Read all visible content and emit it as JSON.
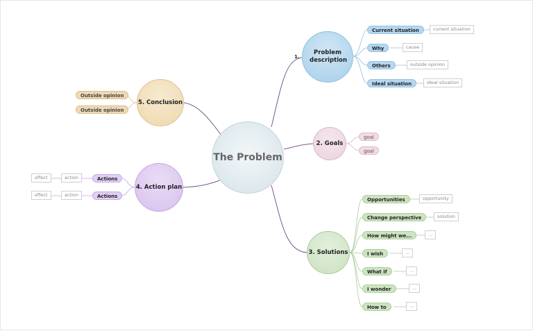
{
  "center": {
    "label": "The Problem"
  },
  "branches": {
    "problem": {
      "number": "1.",
      "label": "Problem description"
    },
    "goals": {
      "label": "2. Goals"
    },
    "solutions": {
      "label": "3. Solutions"
    },
    "action": {
      "label": "4. Action plan"
    },
    "conclusion": {
      "label": "5. Conclusion"
    }
  },
  "problem_items": [
    {
      "label": "Current situation",
      "note": "current situation"
    },
    {
      "label": "Why",
      "note": "cause"
    },
    {
      "label": "Others",
      "note": "outside opinion"
    },
    {
      "label": "Ideal situation",
      "note": "ideal situation"
    }
  ],
  "goal_items": [
    "goal",
    "goal"
  ],
  "solution_items": [
    {
      "label": "Opportunities",
      "note": "opportunity"
    },
    {
      "label": "Change perspective",
      "note": "solution"
    },
    {
      "label": "How might we...",
      "note": "..."
    },
    {
      "label": "I wish",
      "note": "..."
    },
    {
      "label": "What if",
      "note": "..."
    },
    {
      "label": "I wonder",
      "note": "..."
    },
    {
      "label": "How to",
      "note": "..."
    }
  ],
  "action_items": [
    {
      "label": "Actions",
      "action": "action",
      "effect": "effect"
    },
    {
      "label": "Actions",
      "action": "action",
      "effect": "effect"
    }
  ],
  "conclusion_items": [
    "Outside opinion",
    "Outside opinion"
  ],
  "colors": {
    "line": "#7a5a8c",
    "problem": "#a8cfe9",
    "goals": "#ead2de",
    "solutions": "#cbe1c0",
    "action": "#d8c0ee",
    "conclusion": "#eed8ad"
  }
}
